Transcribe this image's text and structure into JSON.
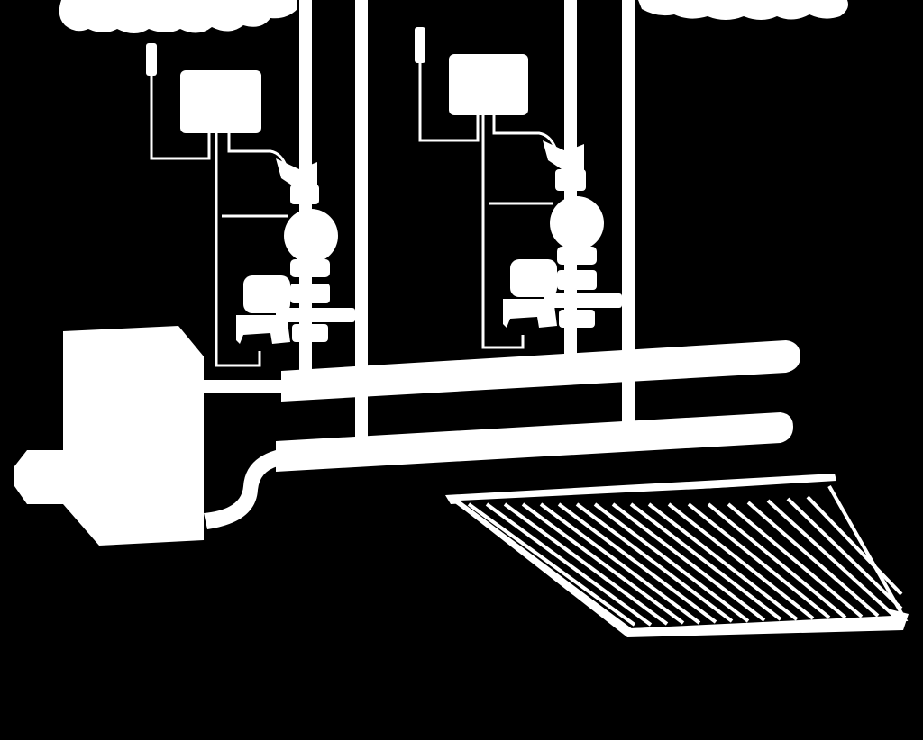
{
  "colors": {
    "background": "#000000",
    "foreground": "#ffffff"
  },
  "diagram": {
    "components": [
      {
        "name": "boiler-unit",
        "icon": "boiler-icon"
      },
      {
        "name": "heating-circuit-1",
        "parts": [
          "thermostat-sensor",
          "controller-box",
          "mixing-valve",
          "circulation-pump",
          "valve-actuator"
        ]
      },
      {
        "name": "heating-circuit-2",
        "parts": [
          "thermostat-sensor",
          "controller-box",
          "mixing-valve",
          "circulation-pump",
          "valve-actuator"
        ]
      },
      {
        "name": "supply-header-pipe"
      },
      {
        "name": "return-header-pipe"
      },
      {
        "name": "underfloor-heating-coil",
        "icon": "floor-heating-icon"
      }
    ]
  }
}
